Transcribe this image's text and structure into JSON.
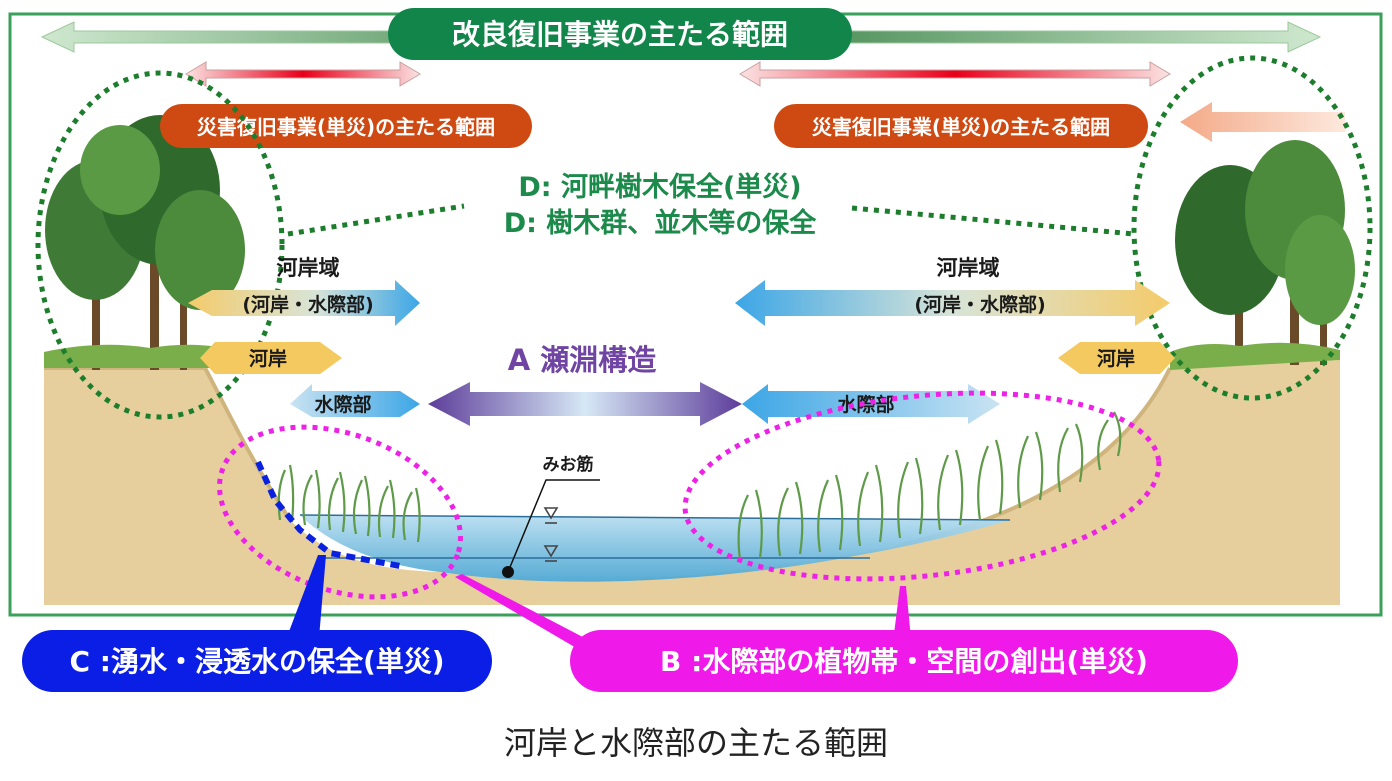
{
  "colors": {
    "frame_green": "#3aa05a",
    "pill_green": "#12864a",
    "pill_orange": "#cf4a12",
    "pill_blue": "#0a1ee6",
    "pill_magenta": "#ef1aea",
    "purple": "#6f44a3",
    "water": "#7ec2e0",
    "soil": "#e5cf9c"
  },
  "labels": {
    "main_scope": "改良復旧事業の主たる範囲",
    "disaster_scope_left": "災害復旧事業(単災)の主たる範囲",
    "disaster_scope_right": "災害復旧事業(単災)の主たる範囲",
    "d_line1": "D: 河畔樹木保全(単災)",
    "d_line2": "D: 樹木群、並木等の保全",
    "bank_zone_left": "河岸域",
    "bank_zone_left_sub": "(河岸・水際部)",
    "bank_zone_right": "河岸域",
    "bank_zone_right_sub": "(河岸・水際部)",
    "bank_left": "河岸",
    "bank_right": "河岸",
    "waterside_left": "水際部",
    "waterside_right": "水際部",
    "a_structure": "A 瀬淵構造",
    "mio": "みお筋",
    "c_label": "C :湧水・浸透水の保全(単災)",
    "b_label": "B :水際部の植物帯・空間の創出(単災)",
    "caption": "河岸と水際部の主たる範囲"
  }
}
